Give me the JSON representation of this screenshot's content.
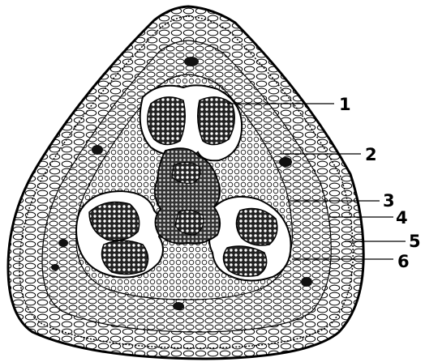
{
  "labels": [
    "1",
    "2",
    "3",
    "4",
    "5",
    "6"
  ],
  "colors": {
    "ink": "#000000",
    "paper": "#ffffff",
    "wall": "#f2f2f2"
  }
}
